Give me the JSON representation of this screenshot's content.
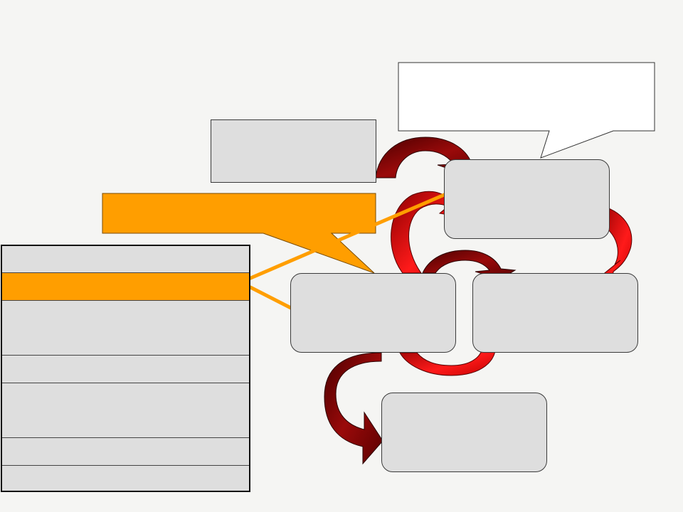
{
  "diagram": {
    "top_callout_text": "",
    "orange_callout_text": "",
    "gray_label_text": "",
    "nodes": [
      {
        "id": "node-top-right",
        "text": ""
      },
      {
        "id": "node-center",
        "text": ""
      },
      {
        "id": "node-right",
        "text": ""
      },
      {
        "id": "node-bottom",
        "text": ""
      }
    ]
  },
  "table": {
    "rows": [
      "",
      "",
      "",
      "",
      "",
      "",
      ""
    ],
    "highlighted_row_index": 1
  },
  "colors": {
    "background": "#f5f5f3",
    "box_fill": "#dedede",
    "orange": "#ff9e00",
    "arrow_dark": "#7a0000",
    "arrow_bright": "#ff1a1a"
  }
}
